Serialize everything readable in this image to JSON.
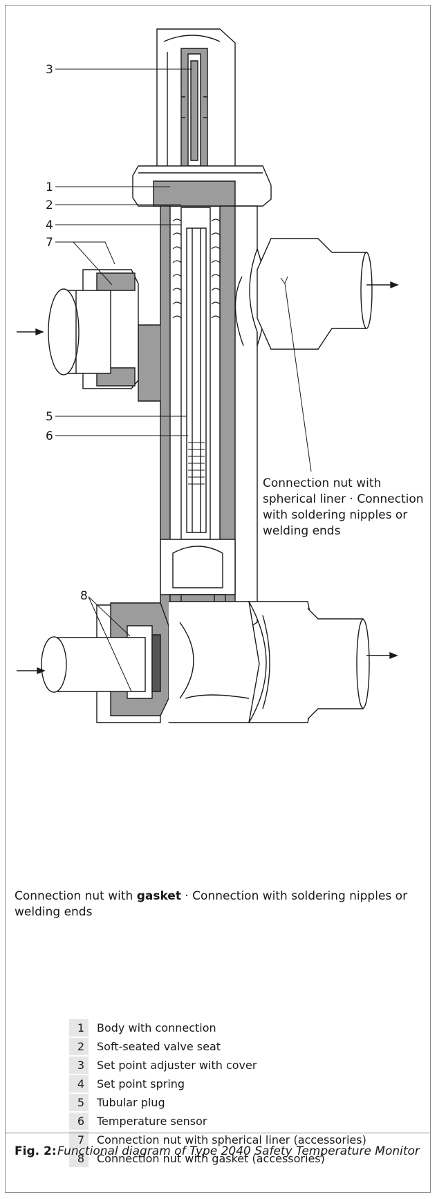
{
  "callouts": {
    "c1": "1",
    "c2": "2",
    "c3": "3",
    "c4": "4",
    "c5": "5",
    "c6": "6",
    "c7": "7",
    "c8": "8"
  },
  "annotation_top": "Connection nut with spherical liner · Connection with soldering nipples or welding ends",
  "annotation_bottom": {
    "before": "Connection nut with ",
    "bold": "gasket",
    "after": " · Connection with soldering nipples or welding ends"
  },
  "legend": [
    {
      "num": "1",
      "text": "Body with connection"
    },
    {
      "num": "2",
      "text": "Soft-seated valve seat"
    },
    {
      "num": "3",
      "text": "Set point adjuster with cover"
    },
    {
      "num": "4",
      "text": "Set point spring"
    },
    {
      "num": "5",
      "text": "Tubular plug"
    },
    {
      "num": "6",
      "text": "Temperature sensor"
    },
    {
      "num": "7",
      "text": "Connection nut with spherical liner (accessories)"
    },
    {
      "num": "8",
      "text": "Connection nut with gasket (accessories)"
    }
  ],
  "caption": {
    "label": "Fig. 2:",
    "text": "Functional diagram of Type 2040 Safety Temperature Monitor"
  },
  "colors": {
    "outline": "#1a1a1a",
    "section_fill": "#9c9c9c",
    "body_fill": "#ffffff",
    "legend_bg": "#e6e6e6"
  }
}
